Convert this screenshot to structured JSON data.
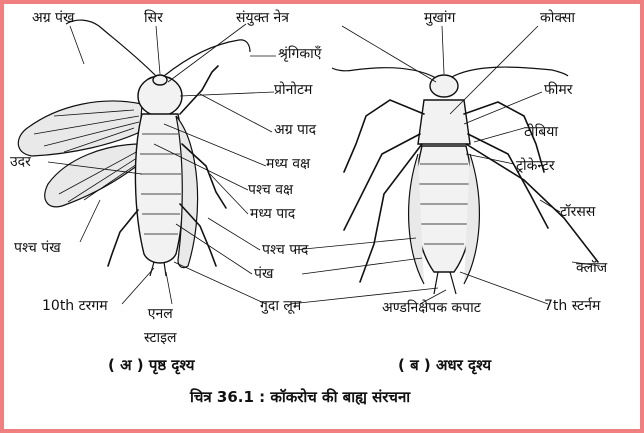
{
  "labels": {
    "fore_wing": "अग्र पंख",
    "head": "सिर",
    "compound_eye": "संयुक्त नेत्र",
    "antennae": "श्रृंगिकाएँ",
    "pronotum": "प्रोनोटम",
    "fore_leg": "अग्र पाद",
    "mesothorax": "मध्य वक्ष",
    "metathorax": "पश्च वक्ष",
    "middle_leg": "मध्य पाद",
    "hind_leg": "पश्च पाद",
    "wing": "पंख",
    "anal_cerci": "गुदा लूम",
    "abdomen": "उदर",
    "hind_wing": "पश्च पंख",
    "tergum": "10th टरगम",
    "anal_style": "एनल\nस्टाइल",
    "mouthparts": "मुखांग",
    "coxa": "कोक्सा",
    "femur": "फीमर",
    "tibia": "टीबिया",
    "trochanter": "ट्रोकेन्टर",
    "tarsus": "टॉरसस",
    "claws": "क्लॉज",
    "sternum": "7th स्टर्नम",
    "ovipositor_plate": "अण्डनिक्षेपक कपाट"
  },
  "captions": {
    "dorsal": "( अ ) पृष्ठ दृश्य",
    "ventral": "( ब ) अधर दृश्य",
    "title": "चित्र 36.1 : कॉकरोच की बाह्य संरचना"
  },
  "colors": {
    "border": "#f08080",
    "line": "#111111"
  }
}
